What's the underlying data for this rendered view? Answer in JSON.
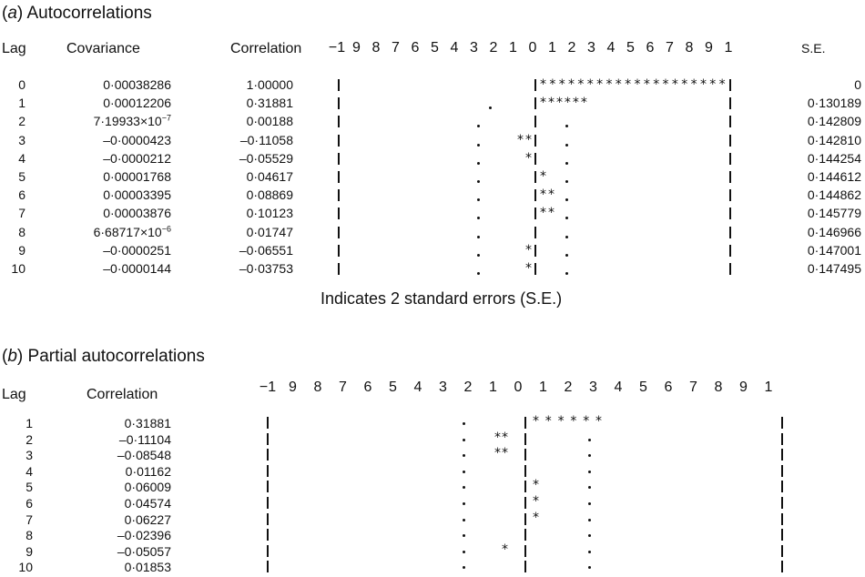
{
  "panel_a": {
    "label": "a",
    "title": "Autocorrelations",
    "headers": {
      "lag": "Lag",
      "covariance": "Covariance",
      "correlation": "Correlation",
      "se": "S.E."
    },
    "scale": [
      "−1",
      "9",
      "8",
      "7",
      "6",
      "5",
      "4",
      "3",
      "2",
      "1",
      "0",
      "1",
      "2",
      "3",
      "4",
      "5",
      "6",
      "7",
      "8",
      "9",
      "1"
    ],
    "rows": [
      {
        "lag": "0",
        "cov": "0·00038286",
        "corr": "1·00000",
        "se": "0"
      },
      {
        "lag": "1",
        "cov": "0·00012206",
        "corr": "0·31881",
        "se": "0·130189"
      },
      {
        "lag": "2",
        "cov": "7·19933×10",
        "cov_exp": "−7",
        "corr": "0·00188",
        "se": "0·142809"
      },
      {
        "lag": "3",
        "cov": "–0·0000423",
        "corr": "–0·11058",
        "se": "0·142810"
      },
      {
        "lag": "4",
        "cov": "–0·0000212",
        "corr": "–0·05529",
        "se": "0·144254"
      },
      {
        "lag": "5",
        "cov": "0·00001768",
        "corr": "0·04617",
        "se": "0·144612"
      },
      {
        "lag": "6",
        "cov": "0·00003395",
        "corr": "0·08869",
        "se": "0·144862"
      },
      {
        "lag": "7",
        "cov": "0·00003876",
        "corr": "0·10123",
        "se": "0·145779"
      },
      {
        "lag": "8",
        "cov": "6·68717×10",
        "cov_exp": "−6",
        "corr": "0·01747",
        "se": "0·146966"
      },
      {
        "lag": "9",
        "cov": "–0·0000251",
        "corr": "–0·06551",
        "se": "0·147001"
      },
      {
        "lag": "10",
        "cov": "–0·0000144",
        "corr": "–0·03753",
        "se": "0·147495"
      }
    ],
    "footnote": "Indicates 2 standard errors (S.E.)"
  },
  "panel_b": {
    "label": "b",
    "title": "Partial autocorrelations",
    "headers": {
      "lag": "Lag",
      "correlation": "Correlation"
    },
    "scale": [
      "−1",
      "9",
      "8",
      "7",
      "6",
      "5",
      "4",
      "3",
      "2",
      "1",
      "0",
      "1",
      "2",
      "3",
      "4",
      "5",
      "6",
      "7",
      "8",
      "9",
      "1"
    ],
    "rows": [
      {
        "lag": "1",
        "corr": "0·31881"
      },
      {
        "lag": "2",
        "corr": "–0·11104"
      },
      {
        "lag": "3",
        "corr": "–0·08548"
      },
      {
        "lag": "4",
        "corr": "0·01162"
      },
      {
        "lag": "5",
        "corr": "0·06009"
      },
      {
        "lag": "6",
        "corr": "0·04574"
      },
      {
        "lag": "7",
        "corr": "0·06227"
      },
      {
        "lag": "8",
        "corr": "–0·02396"
      },
      {
        "lag": "9",
        "corr": "–0·05057"
      },
      {
        "lag": "10",
        "corr": "0·01853"
      }
    ]
  },
  "chart_data": [
    {
      "type": "bar",
      "subtype": "correlogram",
      "title": "Autocorrelations",
      "xlabel": "Lag",
      "x": [
        0,
        1,
        2,
        3,
        4,
        5,
        6,
        7,
        8,
        9,
        10
      ],
      "values": [
        1.0,
        0.31881,
        0.00188,
        -0.11058,
        -0.05529,
        0.04617,
        0.08869,
        0.10123,
        0.01747,
        -0.06551,
        -0.03753
      ],
      "stars": [
        20,
        6,
        0,
        2,
        1,
        1,
        2,
        2,
        0,
        1,
        1
      ],
      "covariance": [
        0.00038286,
        0.00012206,
        7.19933e-07,
        -4.23e-05,
        -2.12e-05,
        1.768e-05,
        3.395e-05,
        3.876e-05,
        6.68717e-06,
        -2.51e-05,
        -1.44e-05
      ],
      "standard_error": [
        0,
        0.130189,
        0.142809,
        0.14281,
        0.144254,
        0.144612,
        0.144862,
        0.145779,
        0.146966,
        0.147001,
        0.147495
      ],
      "ylim": [
        -1,
        1
      ]
    },
    {
      "type": "bar",
      "subtype": "correlogram",
      "title": "Partial autocorrelations",
      "xlabel": "Lag",
      "x": [
        1,
        2,
        3,
        4,
        5,
        6,
        7,
        8,
        9,
        10
      ],
      "values": [
        0.31881,
        -0.11104,
        -0.08548,
        0.01162,
        0.06009,
        0.04574,
        0.06227,
        -0.02396,
        -0.05057,
        0.01853
      ],
      "stars": [
        6,
        2,
        2,
        0,
        1,
        1,
        1,
        0,
        1,
        0
      ],
      "ylim": [
        -1,
        1
      ]
    }
  ]
}
